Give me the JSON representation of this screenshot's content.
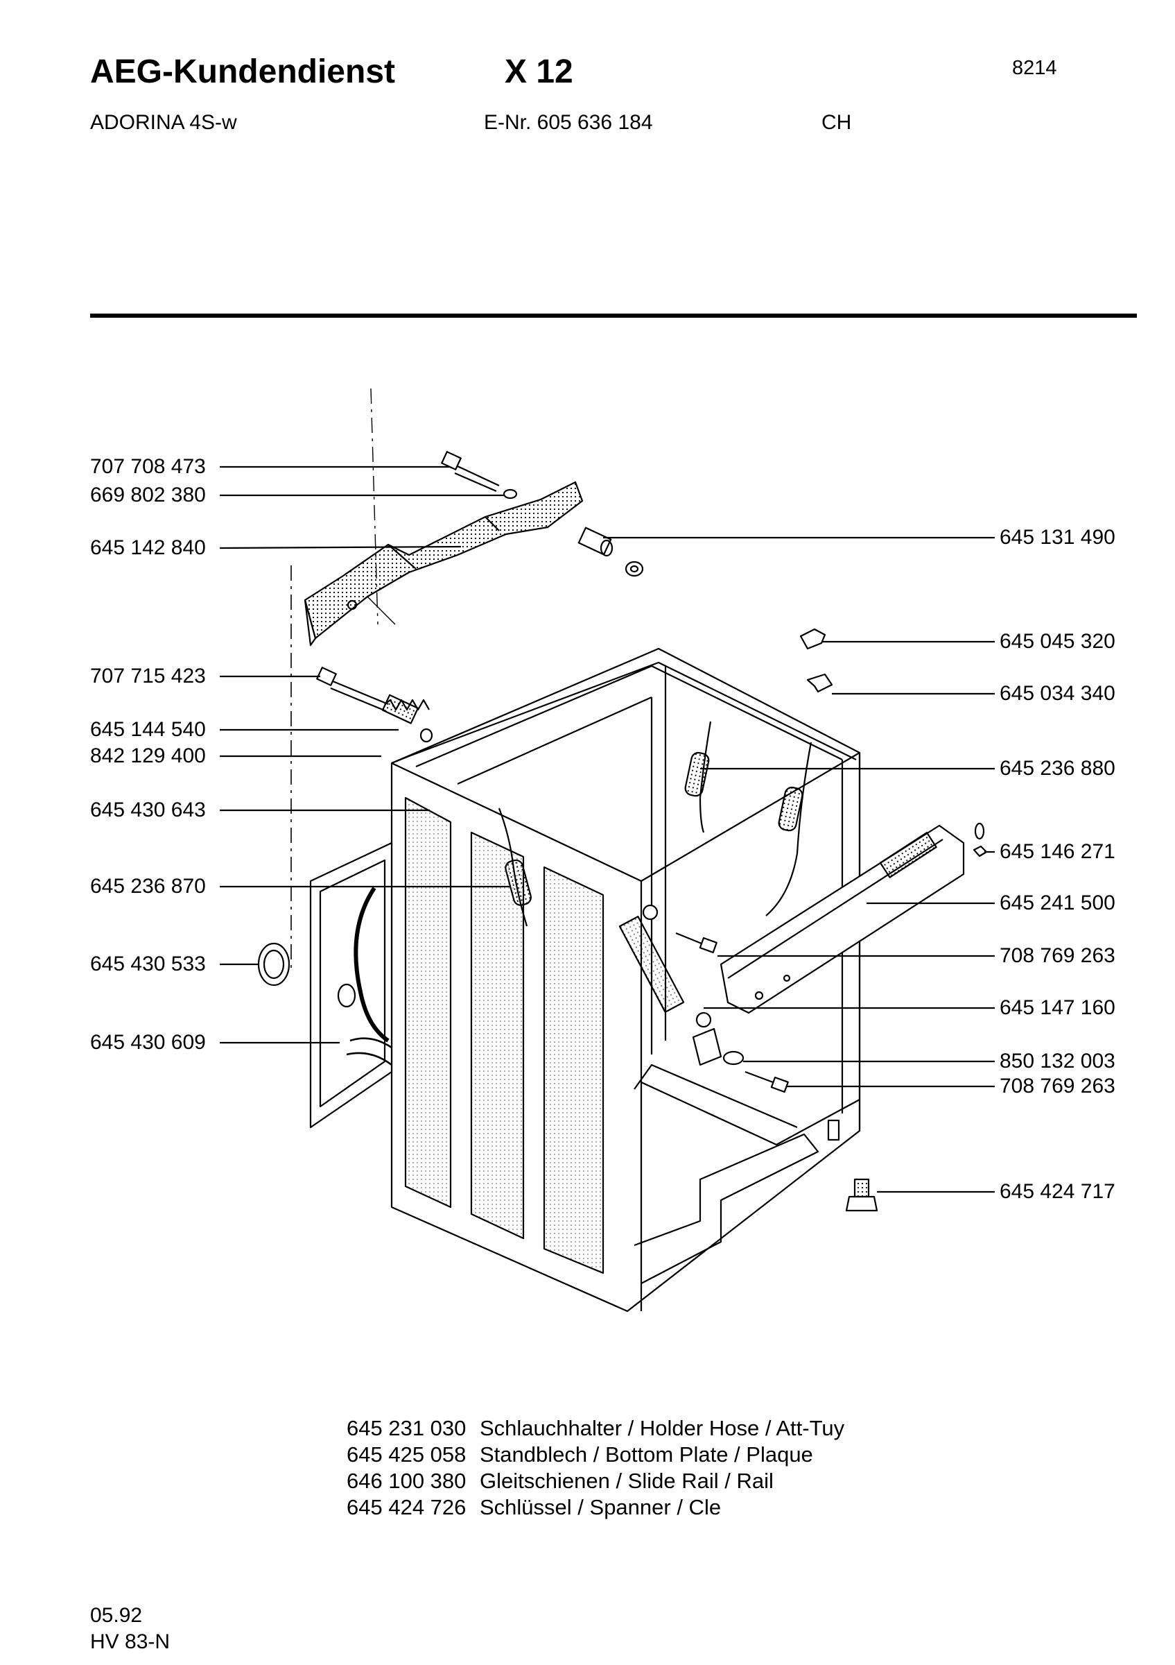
{
  "header": {
    "title": "AEG-Kundendienst",
    "model_code": "X 12",
    "doc_number": "8214",
    "model": "ADORINA 4S-w",
    "e_nr": "E-Nr. 605 636 184",
    "country": "CH"
  },
  "diagram": {
    "left_labels": [
      "707 708 473",
      "669 802 380",
      "645 142 840",
      "707 715 423",
      "645 144 540",
      "842 129 400",
      "645 430 643",
      "645 236 870",
      "645 430 533",
      "645 430 609"
    ],
    "right_labels": [
      "645 131 490",
      "645 045 320",
      "645 034 340",
      "645 236 880",
      "645 146 271",
      "645 241 500",
      "708 769 263",
      "645 147 160",
      "850 132 003",
      "708 769 263",
      "645 424 717"
    ]
  },
  "notes": [
    {
      "part": "645 231 030",
      "desc": "Schlauchhalter / Holder Hose / Att-Tuy"
    },
    {
      "part": "645 425 058",
      "desc": "Standblech / Bottom Plate / Plaque"
    },
    {
      "part": "646 100 380",
      "desc": "Gleitschienen / Slide Rail / Rail"
    },
    {
      "part": "645 424 726",
      "desc": "Schlüssel / Spanner / Cle"
    }
  ],
  "footer": {
    "date": "05.92",
    "code": "HV 83-N"
  }
}
